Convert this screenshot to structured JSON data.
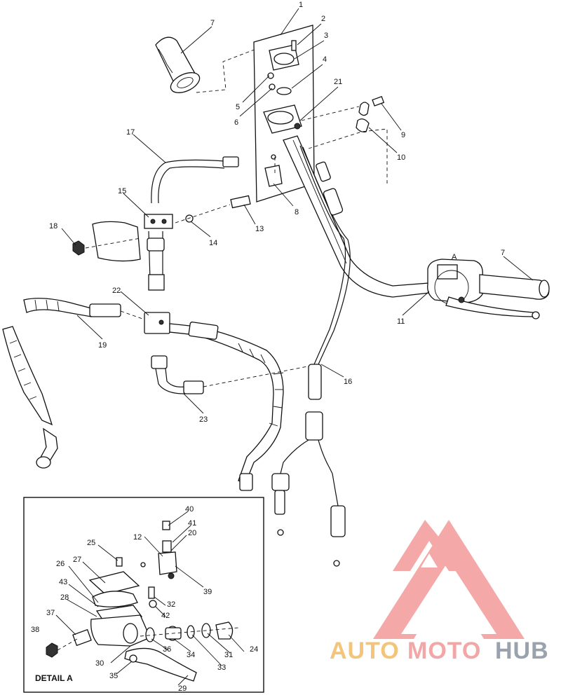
{
  "diagram": {
    "detail_label": "DETAIL A",
    "view_marker": "A",
    "callouts": [
      {
        "id": "c1",
        "text": "1"
      },
      {
        "id": "c2",
        "text": "2"
      },
      {
        "id": "c3",
        "text": "3"
      },
      {
        "id": "c4",
        "text": "4"
      },
      {
        "id": "c5",
        "text": "5"
      },
      {
        "id": "c6",
        "text": "6"
      },
      {
        "id": "c7a",
        "text": "7"
      },
      {
        "id": "c7b",
        "text": "7"
      },
      {
        "id": "c8",
        "text": "8"
      },
      {
        "id": "c9",
        "text": "9"
      },
      {
        "id": "c10",
        "text": "10"
      },
      {
        "id": "c11",
        "text": "11"
      },
      {
        "id": "c12",
        "text": "12"
      },
      {
        "id": "c13",
        "text": "13"
      },
      {
        "id": "c14",
        "text": "14"
      },
      {
        "id": "c15",
        "text": "15"
      },
      {
        "id": "c16",
        "text": "16"
      },
      {
        "id": "c17",
        "text": "17"
      },
      {
        "id": "c18",
        "text": "18"
      },
      {
        "id": "c19",
        "text": "19"
      },
      {
        "id": "c20",
        "text": "20"
      },
      {
        "id": "c21",
        "text": "21"
      },
      {
        "id": "c22",
        "text": "22"
      },
      {
        "id": "c23",
        "text": "23"
      },
      {
        "id": "c24",
        "text": "24"
      },
      {
        "id": "c25",
        "text": "25"
      },
      {
        "id": "c26",
        "text": "26"
      },
      {
        "id": "c27",
        "text": "27"
      },
      {
        "id": "c28a",
        "text": "43"
      },
      {
        "id": "c28b",
        "text": "28"
      },
      {
        "id": "c29",
        "text": "29"
      },
      {
        "id": "c30",
        "text": "30"
      },
      {
        "id": "c31",
        "text": "31"
      },
      {
        "id": "c32",
        "text": "32"
      },
      {
        "id": "c33",
        "text": "33"
      },
      {
        "id": "c34",
        "text": "34"
      },
      {
        "id": "c35",
        "text": "35"
      },
      {
        "id": "c36",
        "text": "36"
      },
      {
        "id": "c37",
        "text": "37"
      },
      {
        "id": "c38",
        "text": "38"
      },
      {
        "id": "c39",
        "text": "39"
      },
      {
        "id": "c40",
        "text": "40"
      },
      {
        "id": "c41",
        "text": "41"
      },
      {
        "id": "c42",
        "text": "42"
      }
    ]
  },
  "watermark": {
    "part1": "AUTO",
    "part2": "MOTO",
    "part3": "HUB",
    "colors": {
      "auto": "#f3c47a",
      "moto": "#f3a6a6",
      "hub": "#9aa3ad",
      "logo": "#f28b8b"
    }
  }
}
